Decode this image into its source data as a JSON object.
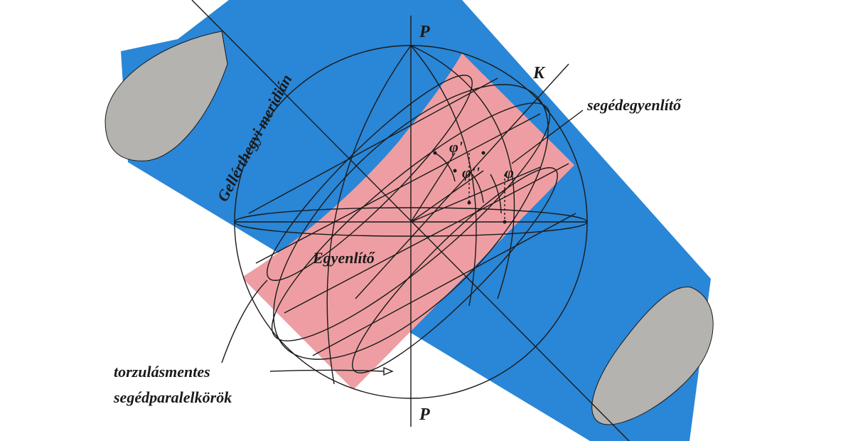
{
  "colors": {
    "cylinder": "#2a86d6",
    "developed_band": "#ee9ea2",
    "end_caps": "#b4b3b0",
    "lines": "#1a1a1a",
    "background": "#ffffff"
  },
  "labels": {
    "pole_top": "P",
    "pole_bottom": "P",
    "point_k": "K",
    "auxiliary_equator": "segédegyenlítő",
    "gellert_meridian": "Gellérthegyi meridián",
    "equator": "Egyenlítő",
    "undistorted_parallels_line1": "torzulásmentes",
    "undistorted_parallels_line2": "segédparalelkörök",
    "phi_prime": "φ'",
    "phi_double_prime": "φ''",
    "phi": "φ"
  }
}
